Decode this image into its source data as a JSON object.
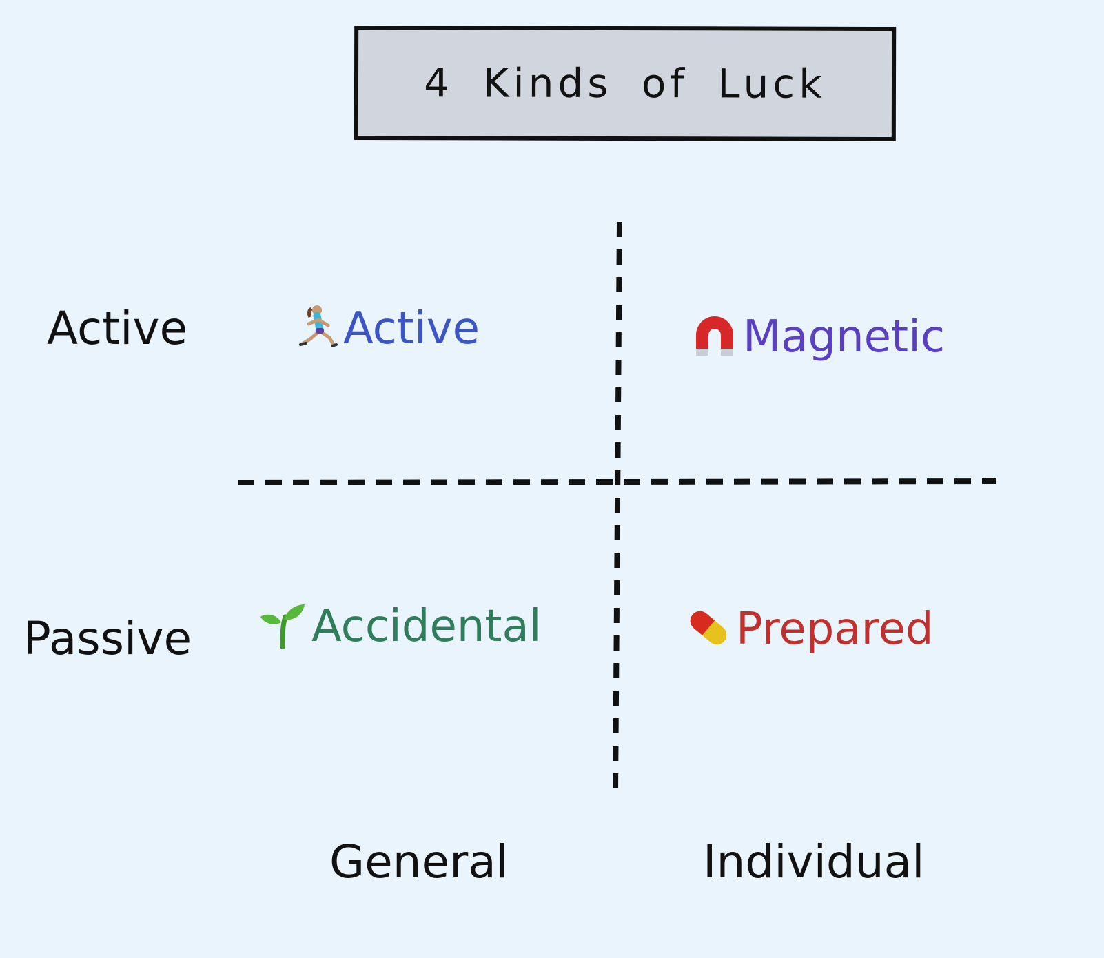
{
  "title": "4 Kinds of Luck",
  "row_labels": {
    "top": "Active",
    "bottom": "Passive"
  },
  "column_labels": {
    "left": "General",
    "right": "Individual"
  },
  "quadrants": {
    "top_left": {
      "label": "Active",
      "icon": "runner-icon",
      "color": "#3b56c4"
    },
    "top_right": {
      "label": "Magnetic",
      "icon": "magnet-icon",
      "color": "#5a3fc0"
    },
    "bottom_left": {
      "label": "Accidental",
      "icon": "seedling-icon",
      "color": "#2f7d5a"
    },
    "bottom_right": {
      "label": "Prepared",
      "icon": "pill-icon",
      "color": "#c0302c"
    }
  },
  "colors": {
    "background": "#eaf4fd",
    "title_box": "#d0d5de",
    "ink": "#111111"
  }
}
